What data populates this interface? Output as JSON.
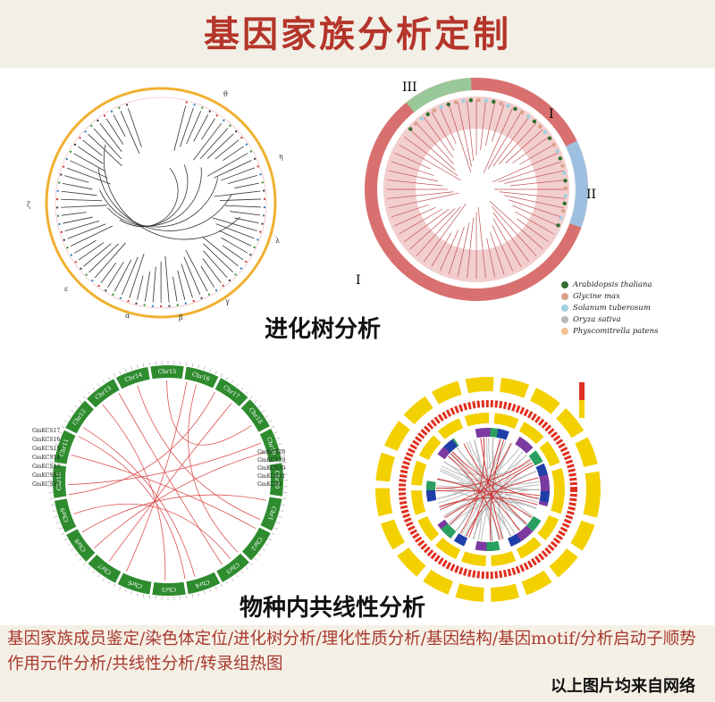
{
  "header": {
    "title": "基因家族分析定制"
  },
  "panels": {
    "tree_caption": "进化树分析",
    "synteny_caption": "物种内共线性分析",
    "tree2_roman": [
      "III",
      "I",
      "II",
      "I"
    ],
    "legend": [
      {
        "species": "Arabidopsis thaliana",
        "color": "#2f6e2f"
      },
      {
        "species": "Glycine max",
        "color": "#d9a08a"
      },
      {
        "species": "Solanum tuberosum",
        "color": "#9fd0e0"
      },
      {
        "species": "Oryza sativa",
        "color": "#b8b8b8"
      },
      {
        "species": "Physcomitrella patens",
        "color": "#f0c090"
      }
    ],
    "chromosomes": [
      "Chr14",
      "Chr15",
      "Chr16",
      "Chr17",
      "Chr18",
      "Chr19",
      "Chr20",
      "Chr1",
      "Chr2",
      "Chr3",
      "Chr4",
      "Chr5",
      "Chr6",
      "Chr7",
      "Chr8",
      "Chr9",
      "Chr10",
      "Chr11",
      "Chr12",
      "Chr13"
    ],
    "gene_labels_left": [
      "GmKCS17",
      "GmKCS16",
      "GmKCS15",
      "GmKCS14",
      "GmKCS13",
      "GmKCS12",
      "GmKCS11"
    ],
    "gene_labels_right": [
      "GmKCS28",
      "GmKCS29",
      "GmKCS30",
      "GmKCS31",
      "GmKCS1"
    ]
  },
  "footer": {
    "services": "基因家族成员鉴定/染色体定位/进化树分析/理化性质分析/基因结构/基因motif/分析启动子顺势作用元件分析/共线性分析/转录组热图",
    "source_note": "以上图片均来自网络"
  }
}
